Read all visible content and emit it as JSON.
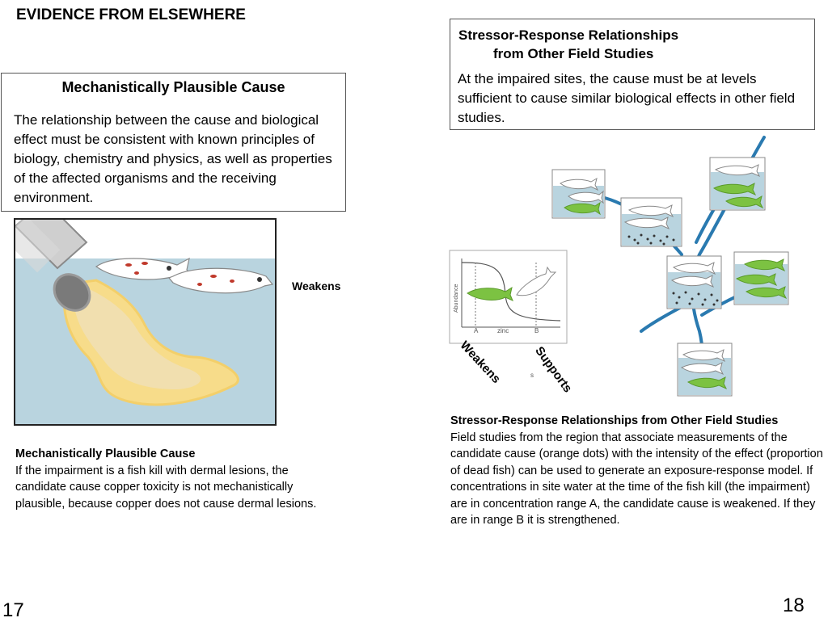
{
  "slide_title": "EVIDENCE FROM ELSEWHERE",
  "left_box": {
    "heading": "Mechanistically Plausible Cause",
    "body": "The relationship between the cause and biological effect must be consistent with known principles of biology, chemistry and physics, as well as properties of the affected organisms and the receiving environment."
  },
  "right_box": {
    "heading_line1": "Stressor-Response Relationships",
    "heading_line2": "from Other Field Studies",
    "body": "At the impaired sites, the cause must be at levels sufficient to cause similar biological effects in other field studies."
  },
  "left_figure": {
    "label": "Weakens"
  },
  "right_figure": {
    "label_weakens": "Weakens",
    "label_supports": "Supports",
    "chart_axis_y": "Abundance",
    "chart_axis_x": "zinc",
    "chart_range_a": "A",
    "chart_range_b": "B",
    "small_mark": "s"
  },
  "left_caption": {
    "title": "Mechanistically Plausible Cause",
    "text": "If the impairment is a fish kill with dermal lesions, the candidate cause copper toxicity is not mechanistically plausible, because copper does not cause dermal lesions."
  },
  "right_caption": {
    "title": "Stressor-Response Relationships from Other Field Studies",
    "text": "Field studies from the region that associate measurements of the candidate cause (orange dots) with the intensity of the effect (proportion of dead fish) can be used to generate an exposure-response model.  If concentrations in site water at the time of the fish kill (the impairment) are in concentration range A, the candidate cause is weakened.  If they are in range B it is strengthened."
  },
  "page_numbers": {
    "left": "17",
    "right": "18"
  },
  "colors": {
    "water": "#b9d4df",
    "effluent": "#f7dc8a",
    "river": "#2a7ab0",
    "live_fish": "#7cc242",
    "dead_fish": "#ffffff"
  }
}
